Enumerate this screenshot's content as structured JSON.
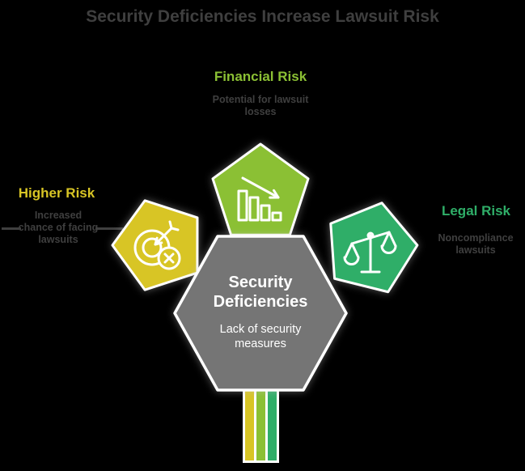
{
  "title": "Security Deficiencies Increase Lawsuit Risk",
  "center": {
    "title": "Security Deficiencies",
    "subtitle": "Lack of security measures"
  },
  "branches": [
    {
      "id": "financial-risk",
      "label": "Financial Risk",
      "desc_lines": [
        "Potential for lawsuit",
        "losses"
      ],
      "icon": "declining-bar-chart-icon",
      "color": "#8bc034"
    },
    {
      "id": "higher-risk",
      "label": "Higher Risk",
      "desc_lines": [
        "Increased",
        "chance of facing",
        "lawsuits"
      ],
      "icon": "missed-target-icon",
      "color": "#d8c525"
    },
    {
      "id": "legal-risk",
      "label": "Legal Risk",
      "desc_lines": [
        "Noncompliance",
        "lawsuits"
      ],
      "icon": "scales-of-justice-icon",
      "color": "#2fae68"
    }
  ],
  "colors": {
    "background": "#000000",
    "hexagon": "#757575",
    "text_dark": "#3f3f3f",
    "white": "#ffffff",
    "green": "#8bc034",
    "yellow": "#d8c525",
    "teal": "#2fae68"
  }
}
